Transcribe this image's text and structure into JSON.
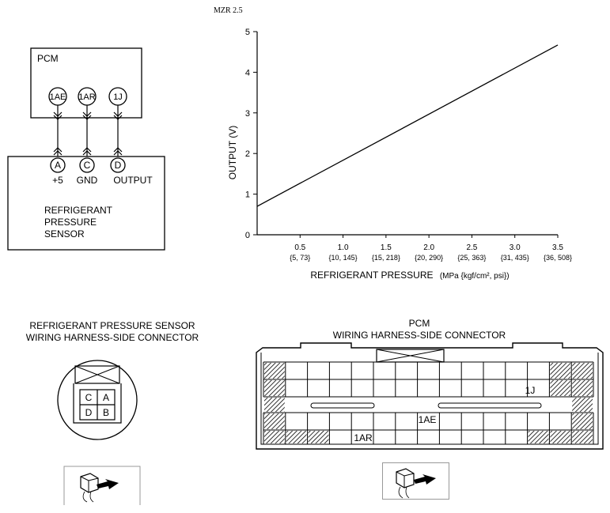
{
  "header": {
    "model": "MZR 2.5"
  },
  "wiring": {
    "pcm_label": "PCM",
    "pcm_pins": [
      "1AE",
      "1AR",
      "1J"
    ],
    "sensor_pins": [
      "A",
      "C",
      "D"
    ],
    "sensor_pin_functions": [
      "+5",
      "GND",
      "OUTPUT"
    ],
    "sensor_name_lines": [
      "REFRIGERANT",
      "PRESSURE",
      "SENSOR"
    ]
  },
  "chart_data": {
    "type": "line",
    "title": "",
    "xlabel": "REFRIGERANT PRESSURE",
    "xlabel_unit": "(MPa {kgf/cm², psi})",
    "ylabel": "OUTPUT (V)",
    "xlim": [
      0,
      3.5
    ],
    "ylim": [
      0,
      5
    ],
    "x_ticks": [
      0.5,
      1.0,
      1.5,
      2.0,
      2.5,
      3.0,
      3.5
    ],
    "x_tick_labels": [
      "0.5",
      "1.0",
      "1.5",
      "2.0",
      "2.5",
      "3.0",
      "3.5"
    ],
    "x_tick_sublabels": [
      "{5, 73}",
      "{10, 145}",
      "{15, 218}",
      "{20, 290}",
      "{25, 363}",
      "{31, 435}",
      "{36, 508}"
    ],
    "y_ticks": [
      0,
      1,
      2,
      3,
      4,
      5
    ],
    "y_tick_labels": [
      "0",
      "1",
      "2",
      "3",
      "4",
      "5"
    ],
    "series": [
      {
        "x": [
          0,
          3.5
        ],
        "y": [
          0.7,
          4.67
        ]
      }
    ],
    "grid": false
  },
  "sensor_connector": {
    "title_lines": [
      "REFRIGERANT PRESSURE SENSOR",
      "WIRING HARNESS-SIDE CONNECTOR"
    ],
    "terminals": [
      "C",
      "A",
      "D",
      "B"
    ]
  },
  "pcm_connector": {
    "title_lines": [
      "PCM",
      "WIRING HARNESS-SIDE CONNECTOR"
    ],
    "labels": [
      "1J",
      "1AE",
      "1AR"
    ]
  }
}
